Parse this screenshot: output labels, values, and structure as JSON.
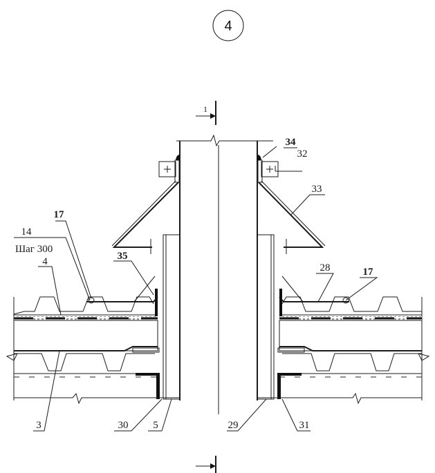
{
  "drawing": {
    "detail_number": "4",
    "section_mark": "1",
    "callouts": [
      {
        "id": "17-left",
        "text": "17",
        "bold": true
      },
      {
        "id": "14",
        "text": "14",
        "bold": false
      },
      {
        "id": "step",
        "text": "Шаг 300",
        "bold": false
      },
      {
        "id": "4",
        "text": "4",
        "bold": false
      },
      {
        "id": "35",
        "text": "35",
        "bold": true
      },
      {
        "id": "34",
        "text": "34",
        "bold": true
      },
      {
        "id": "32",
        "text": "32",
        "bold": false
      },
      {
        "id": "33",
        "text": "33",
        "bold": false
      },
      {
        "id": "28",
        "text": "28",
        "bold": false
      },
      {
        "id": "17-right",
        "text": "17",
        "bold": true
      },
      {
        "id": "3",
        "text": "3",
        "bold": false
      },
      {
        "id": "30",
        "text": "30",
        "bold": false
      },
      {
        "id": "5",
        "text": "5",
        "bold": false
      },
      {
        "id": "29",
        "text": "29",
        "bold": false
      },
      {
        "id": "31",
        "text": "31",
        "bold": false
      }
    ]
  }
}
